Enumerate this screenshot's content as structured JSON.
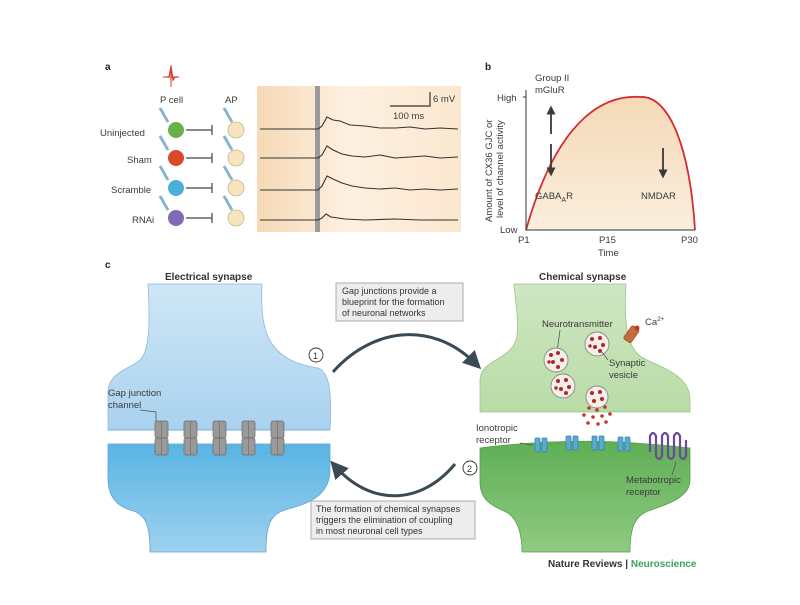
{
  "panel_a": {
    "label": "a",
    "col_headers": {
      "p_cell": "P cell",
      "ap": "AP"
    },
    "rows": [
      {
        "name": "Uninjected",
        "color": "#6ab04c"
      },
      {
        "name": "Sham",
        "color": "#d9482b"
      },
      {
        "name": "Scramble",
        "color": "#4aaed9"
      },
      {
        "name": "RNAi",
        "color": "#7e6bb5"
      }
    ],
    "scale": {
      "voltage": "6 mV",
      "time": "100 ms"
    }
  },
  "panel_b": {
    "label": "b",
    "y_label_line1": "Amount of CX36 GJC or",
    "y_label_line2": "level of channel activity",
    "y_high": "High",
    "y_low": "Low",
    "x_ticks": [
      "P1",
      "P15",
      "P30"
    ],
    "x_label": "Time",
    "up_label_1": "Group II",
    "up_label_2": "mGluR",
    "down_label_1": "GABA",
    "down_label_1_sub": "A",
    "down_label_1_tail": "R",
    "down_label_2": "NMDAR"
  },
  "panel_c": {
    "label": "c",
    "electrical_title": "Electrical synapse",
    "chemical_title": "Chemical synapse",
    "gap_label_1": "Gap junction",
    "gap_label_2": "channel",
    "box1_lines": [
      "Gap junctions provide a",
      "blueprint for the formation",
      "of neuronal networks"
    ],
    "box2_lines": [
      "The formation of chemical synapses",
      "triggers the elimination of coupling",
      "in most neuronal cell types"
    ],
    "step1": "1",
    "step2": "2",
    "neurotransmitter": "Neurotransmitter",
    "ca": "Ca",
    "ca_sup": "2+",
    "vesicle_1": "Synaptic",
    "vesicle_2": "vesicle",
    "iono_1": "Ionotropic",
    "iono_2": "receptor",
    "metab_1": "Metabotropic",
    "metab_2": "receptor"
  },
  "footer": {
    "journal": "Nature Reviews",
    "separator": " | ",
    "section": "Neuroscience"
  }
}
